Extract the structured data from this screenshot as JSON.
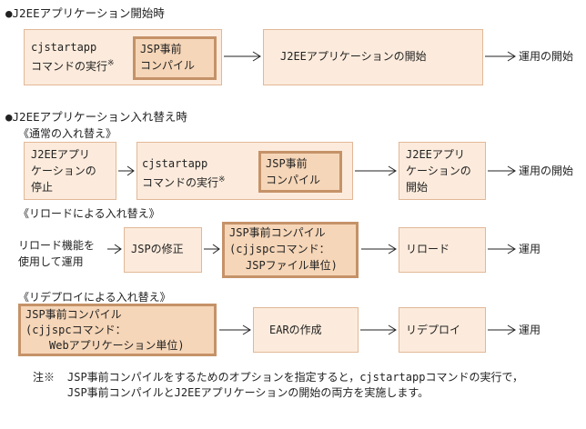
{
  "sections": {
    "start": "●J2EEアプリケーション開始時",
    "replace": "●J2EEアプリケーション入れ替え時"
  },
  "subsections": {
    "normal": "《通常の入れ替え》",
    "reload": "《リロードによる入れ替え》",
    "redeploy": "《リデプロイによる入れ替え》"
  },
  "start_flow": {
    "cmd_line1": "cjstartapp",
    "cmd_line2": "コマンドの実行",
    "cmd_mark": "※",
    "jsp_line1": "JSP事前",
    "jsp_line2": "コンパイル",
    "j2ee_start": "J2EEアプリケーションの開始",
    "result": "運用の開始"
  },
  "normal_flow": {
    "stop_line1": "J2EEアプリ",
    "stop_line2": "ケーションの",
    "stop_line3": "停止",
    "cmd_line1": "cjstartapp",
    "cmd_line2": "コマンドの実行",
    "cmd_mark": "※",
    "jsp_line1": "JSP事前",
    "jsp_line2": "コンパイル",
    "start_line1": "J2EEアプリ",
    "start_line2": "ケーションの",
    "start_line3": "開始",
    "result": "運用の開始"
  },
  "reload_flow": {
    "use_line1": "リロード機能を",
    "use_line2": "使用して運用",
    "modify": "JSPの修正",
    "compile_line1": "JSP事前コンパイル",
    "compile_line2": "(cjjspcコマンド：",
    "compile_line3": "JSPファイル単位)",
    "reload": "リロード",
    "result": "運用"
  },
  "redeploy_flow": {
    "compile_line1": "JSP事前コンパイル",
    "compile_line2": "(cjjspcコマンド：",
    "compile_line3": "Webアプリケーション単位)",
    "ear": "EARの作成",
    "redeploy": "リデプロイ",
    "result": "運用"
  },
  "note": {
    "mark": "注※",
    "text": "JSP事前コンパイルをするためのオプションを指定すると，cjstartappコマンドの実行で，JSP事前コンパイルとJ2EEアプリケーションの開始の両方を実施します。"
  },
  "colors": {
    "box_fill": "#fcebdc",
    "box_border": "#e2b897",
    "highlight_fill": "#f6d6b8",
    "highlight_border": "#c59268"
  }
}
